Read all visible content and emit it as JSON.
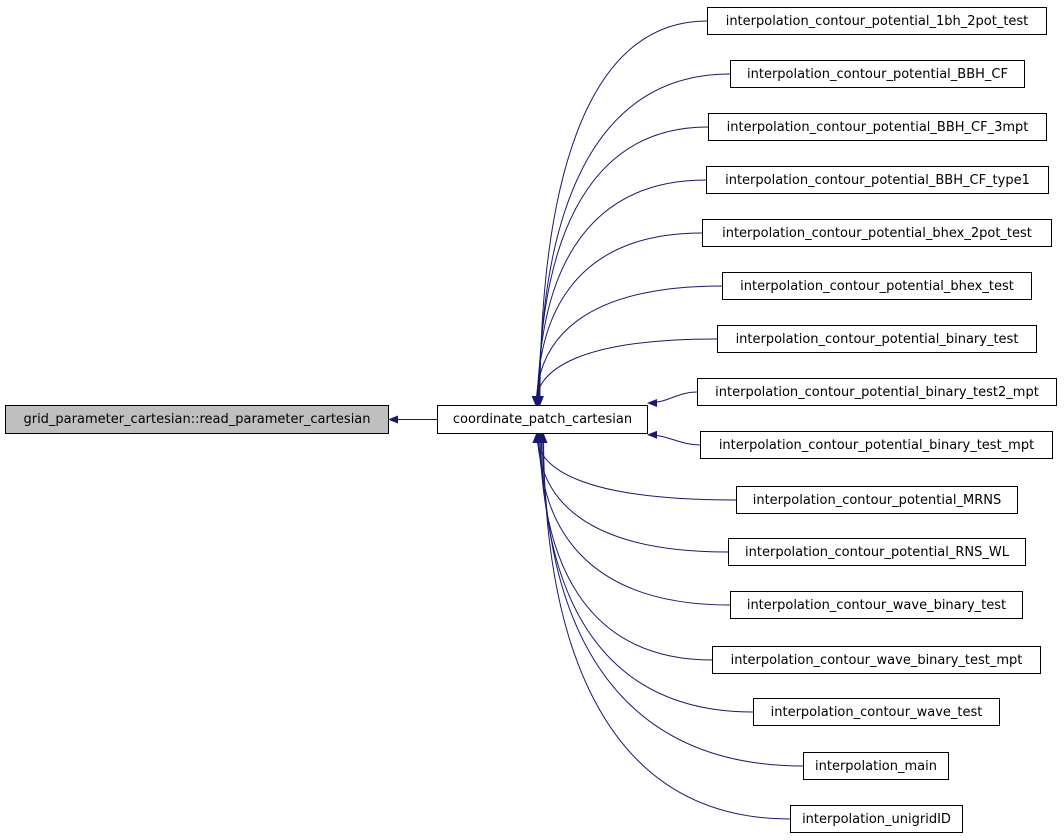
{
  "colors": {
    "edge": "#191970",
    "focus_fill": "#bfbfbf",
    "node_fill": "#ffffff",
    "node_border": "#000000"
  },
  "focus_node": {
    "label": "grid_parameter_cartesian::read_parameter_cartesian"
  },
  "middle_node": {
    "label": "coordinate_patch_cartesian"
  },
  "caller_nodes": [
    {
      "label": "interpolation_contour_potential_1bh_2pot_test"
    },
    {
      "label": "interpolation_contour_potential_BBH_CF"
    },
    {
      "label": "interpolation_contour_potential_BBH_CF_3mpt"
    },
    {
      "label": "interpolation_contour_potential_BBH_CF_type1"
    },
    {
      "label": "interpolation_contour_potential_bhex_2pot_test"
    },
    {
      "label": "interpolation_contour_potential_bhex_test"
    },
    {
      "label": "interpolation_contour_potential_binary_test"
    },
    {
      "label": "interpolation_contour_potential_binary_test2_mpt"
    },
    {
      "label": "interpolation_contour_potential_binary_test_mpt"
    },
    {
      "label": "interpolation_contour_potential_MRNS"
    },
    {
      "label": "interpolation_contour_potential_RNS_WL"
    },
    {
      "label": "interpolation_contour_wave_binary_test"
    },
    {
      "label": "interpolation_contour_wave_binary_test_mpt"
    },
    {
      "label": "interpolation_contour_wave_test"
    },
    {
      "label": "interpolation_main"
    },
    {
      "label": "interpolation_unigridID"
    }
  ]
}
